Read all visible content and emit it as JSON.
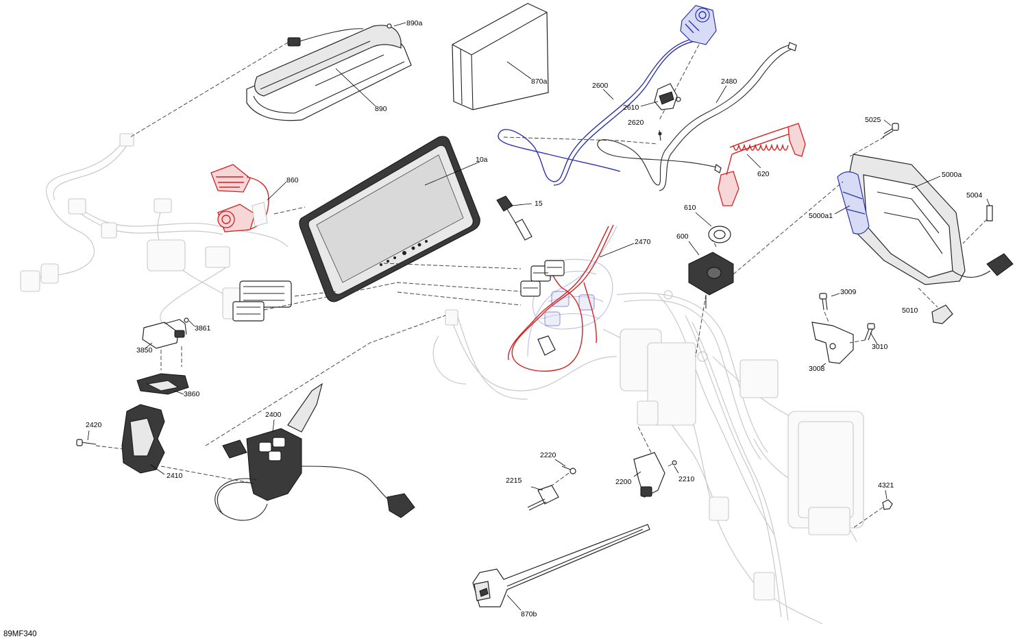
{
  "figure_code": "89MF340",
  "callouts": {
    "c890a": "890a",
    "c870a": "870a",
    "c890": "890",
    "c2600": "2600",
    "c2480": "2480",
    "c2610": "2610",
    "c2620": "2620",
    "c5025": "5025",
    "c620": "620",
    "c5000a": "5000a",
    "c860": "860",
    "c10a": "10a",
    "c15": "15",
    "c5004": "5004",
    "c5000a1": "5000a1",
    "c610": "610",
    "c600": "600",
    "c2470": "2470",
    "c3861": "3861",
    "c3850": "3850",
    "c3009": "3009",
    "c5010": "5010",
    "c3010": "3010",
    "c3008": "3008",
    "c3860": "3860",
    "c2400": "2400",
    "c2420": "2420",
    "c2410": "2410",
    "c2220": "2220",
    "c2215": "2215",
    "c2200": "2200",
    "c2210": "2210",
    "c4321": "4321",
    "c870b": "870b"
  },
  "colors": {
    "red_highlight": "#d42020",
    "blue_highlight": "#2b33a8",
    "ghost": "#c8c8c8"
  }
}
